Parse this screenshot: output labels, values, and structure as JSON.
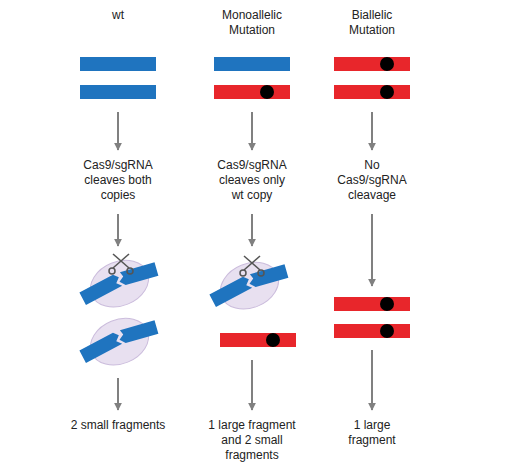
{
  "diagram": {
    "labels": [
      "wt",
      "Monoallelic Mutation",
      "Biallelic Mutation",
      "Cas9/sgRNA cleaves both copies",
      "Cas9/sgRNA cleaves only wt copy",
      "No Cas9/sgRNA cleavage",
      "2 small fragments",
      "1 large fragment and 2 small fragments",
      "1 large fragment"
    ]
  }
}
